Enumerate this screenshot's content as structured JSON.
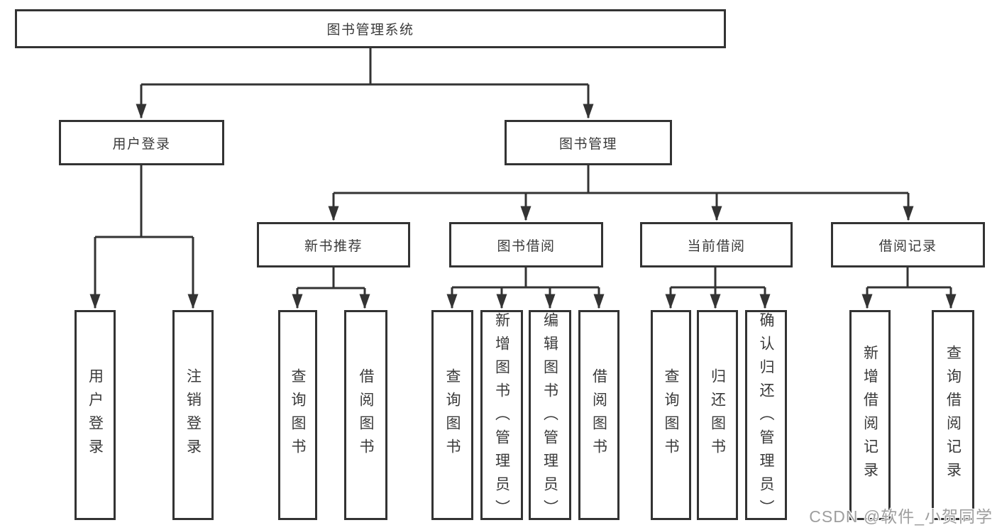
{
  "colors": {
    "line": "#333333",
    "text": "#3a3a3a",
    "boxfill": "#ffffff",
    "wm": "#9e9e9e"
  },
  "watermark": {
    "text": "CSDN @软件_小贺同学"
  },
  "tree": {
    "label": "图书管理系统",
    "children": [
      {
        "label": "用户登录",
        "children": [
          {
            "label": "用户登录"
          },
          {
            "label": "注销登录"
          }
        ]
      },
      {
        "label": "图书管理",
        "children": [
          {
            "label": "新书推荐",
            "children": [
              {
                "label": "查询图书"
              },
              {
                "label": "借阅图书"
              }
            ]
          },
          {
            "label": "图书借阅",
            "children": [
              {
                "label": "查询图书"
              },
              {
                "label": "新增图书（管理员）"
              },
              {
                "label": "编辑图书（管理员）"
              },
              {
                "label": "借阅图书"
              }
            ]
          },
          {
            "label": "当前借阅",
            "children": [
              {
                "label": "查询图书"
              },
              {
                "label": "归还图书"
              },
              {
                "label": "确认归还（管理员）"
              }
            ]
          },
          {
            "label": "借阅记录",
            "children": [
              {
                "label": "新增借阅记录"
              },
              {
                "label": "查询借阅记录"
              }
            ]
          }
        ]
      }
    ]
  }
}
